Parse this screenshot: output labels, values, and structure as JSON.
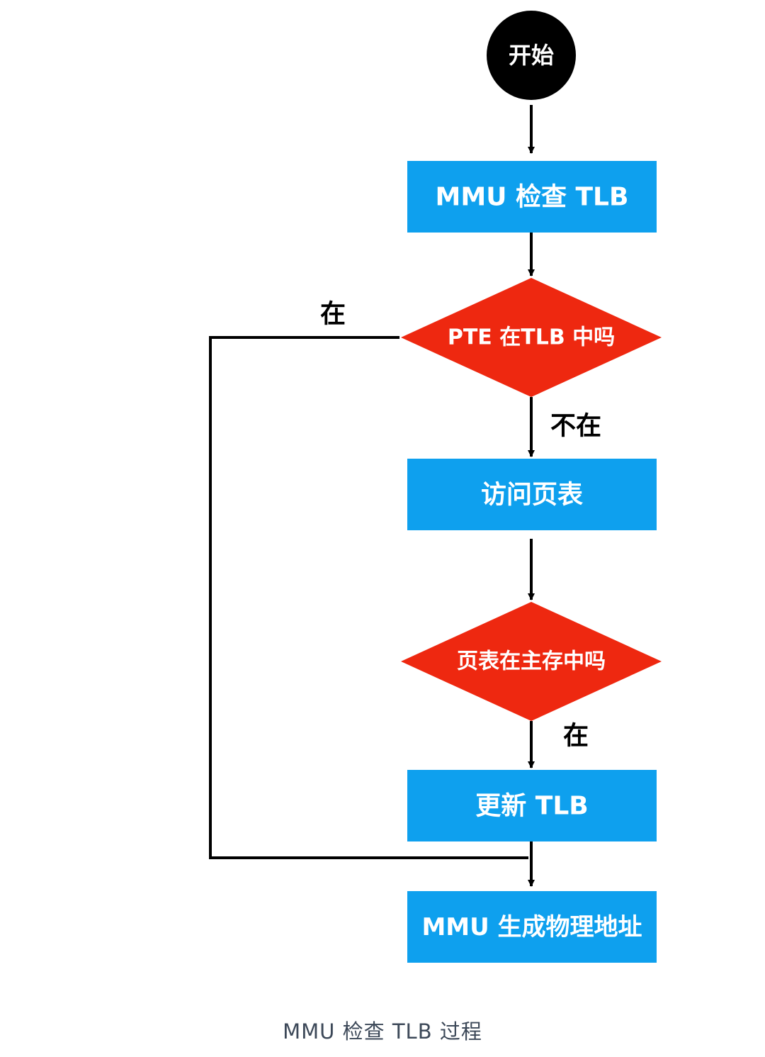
{
  "diagram": {
    "nodes": {
      "start": "开始",
      "check_tlb": "MMU 检查 TLB",
      "pte_in_tlb": "PTE 在TLB 中吗",
      "access_page_table": "访问页表",
      "page_table_in_memory": "页表在主存中吗",
      "update_tlb": "更新 TLB",
      "generate_physical_address": "MMU 生成物理地址"
    },
    "edge_labels": {
      "tlb_hit": "在",
      "tlb_miss": "不在",
      "in_memory": "在"
    },
    "colors": {
      "process": "#0ea0ee",
      "decision": "#ee2810",
      "terminal": "#000000",
      "edge": "#000000"
    }
  },
  "caption": "MMU 检查 TLB 过程"
}
